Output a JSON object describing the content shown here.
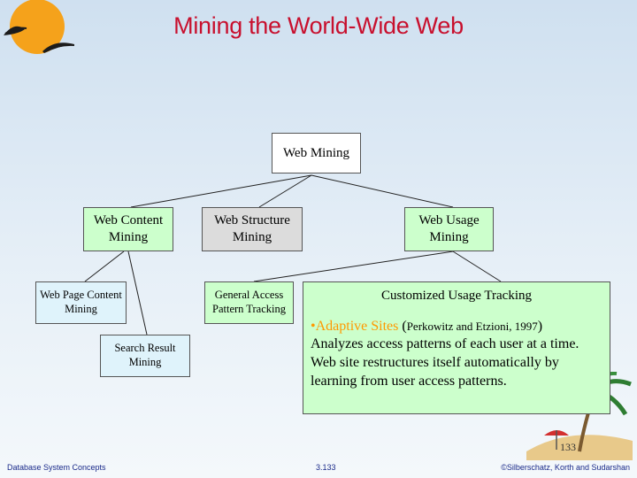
{
  "slide": {
    "title": "Mining the World-Wide Web",
    "page_number": "133"
  },
  "diagram": {
    "root": "Web Mining",
    "level1": {
      "content": "Web Content Mining",
      "structure": "Web Structure Mining",
      "usage": "Web Usage Mining"
    },
    "content_children": {
      "page": "Web Page Content Mining",
      "search": "Search Result Mining"
    },
    "usage_children": {
      "general": "General Access Pattern Tracking"
    },
    "customized": {
      "heading": "Customized Usage Tracking",
      "bullet": "•",
      "item_title": "Adaptive Sites",
      "citation_open": " (",
      "citation": "Perkowitz and Etzioni, 1997",
      "citation_close": ")",
      "description": "Analyzes access patterns of each user at a time. Web site restructures itself automatically by learning from user access patterns."
    }
  },
  "footer": {
    "left": "Database System Concepts",
    "center": "3.133",
    "right": "©Silberschatz, Korth and Sudarshan"
  },
  "colors": {
    "title": "#c8102e",
    "box_green": "#ccffcc",
    "box_grey": "#dcdcdc",
    "bullet": "#ff9900",
    "footer_text": "#1a2a8a"
  }
}
